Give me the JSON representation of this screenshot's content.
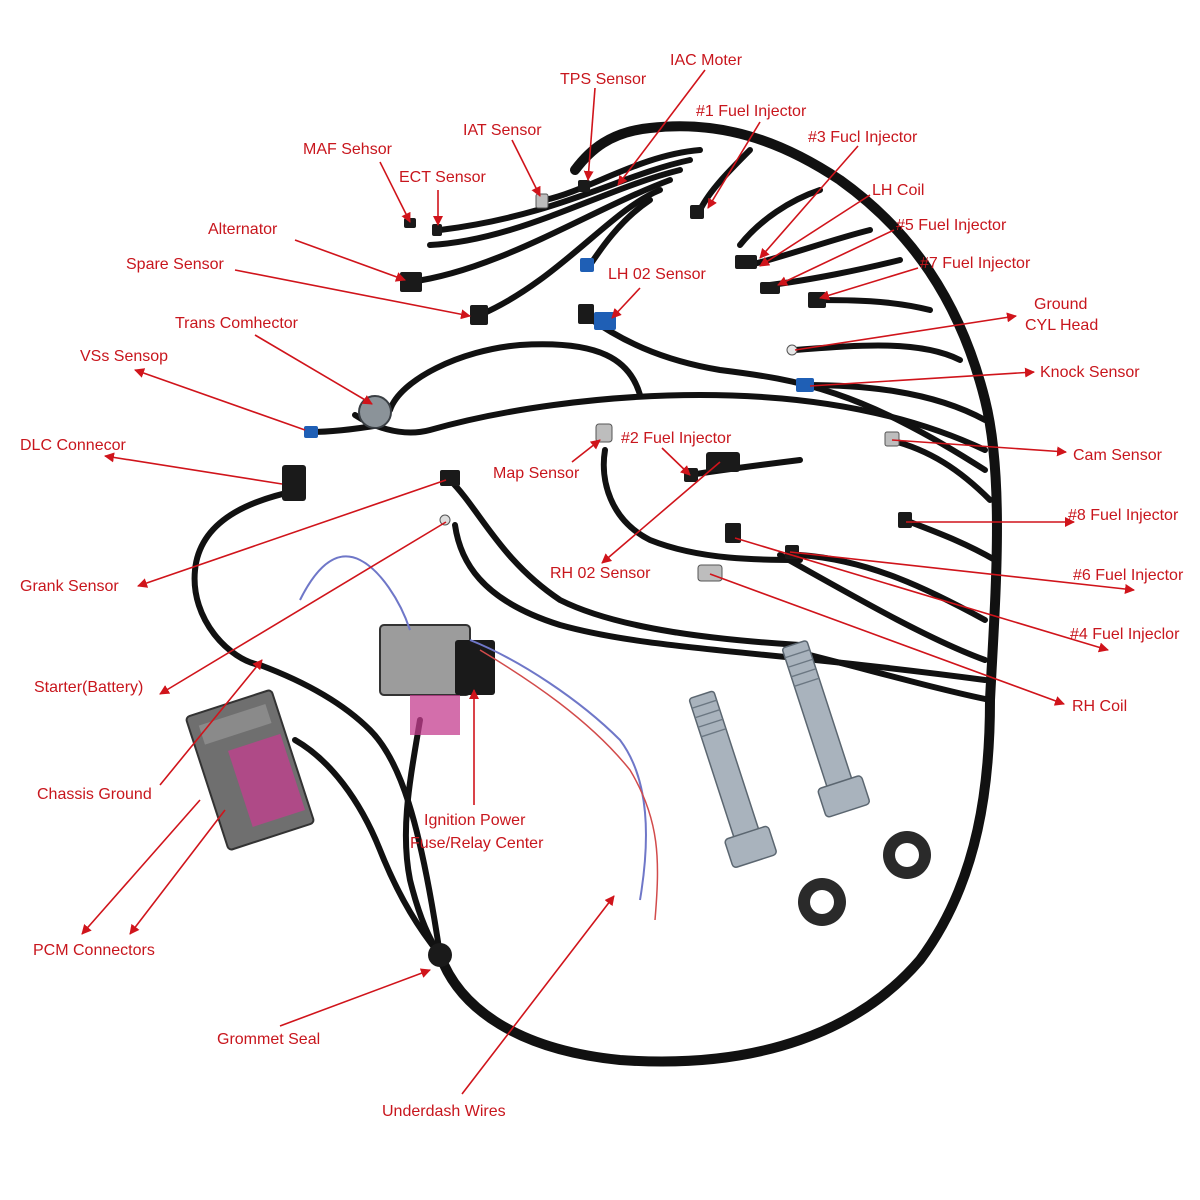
{
  "colors": {
    "label": "#c8161d",
    "arrow": "#d0141b",
    "harness": "#111111",
    "bolt": "#a9b3bd"
  },
  "labels": {
    "iac_motor": "IAC Moter",
    "tps_sensor": "TPS Sensor",
    "fuel_injector_1": "#1 Fuel Injector",
    "iat_sensor": "IAT Sensor",
    "fuel_injector_3": "#3 Fucl Injector",
    "maf_sensor": "MAF Sehsor",
    "ect_sensor": "ECT Sensor",
    "lh_coil": "LH Coil",
    "alternator": "Alternator",
    "fuel_injector_5": "#5 Fuel Injector",
    "spare_sensor": "Spare Sensor",
    "fuel_injector_7": "#7 Fuel Injector",
    "lh_o2_sensor": "LH 02 Sensor",
    "ground_cyl_head_line1": "Ground",
    "ground_cyl_head_line2": "CYL Head",
    "trans_connector": "Trans Comhector",
    "vss_sensor": "VSs Sensop",
    "knock_sensor": "Knock Sensor",
    "dlc_connector": "DLC Connecor",
    "fuel_injector_2": "#2 Fuel Injector",
    "cam_sensor": "Cam Sensor",
    "map_sensor": "Map Sensor",
    "fuel_injector_8": "#8 Fuel Injector",
    "rh_o2_sensor": "RH 02 Sensor",
    "fuel_injector_6": "#6 Fuel Injector",
    "crank_sensor": "Grank Sensor",
    "fuel_injector_4": "#4 Fuel Injeclor",
    "starter_battery": "Starter(Battery)",
    "rh_coil": "RH Coil",
    "chassis_ground": "Chassis Ground",
    "ignition_power_line1": "Ignition Power",
    "ignition_power_line2": "Fuse/Relay Center",
    "pcm_connectors": "PCM Connectors",
    "grommet_seal": "Grommet Seal",
    "underdash_wires": "Underdash Wires"
  }
}
